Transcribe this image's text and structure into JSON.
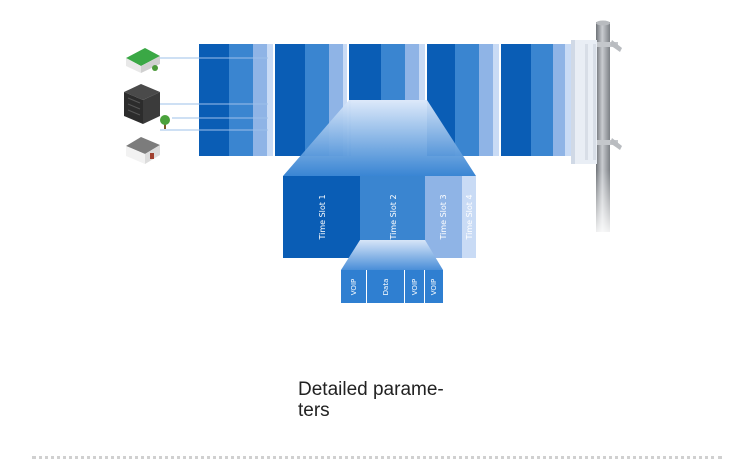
{
  "diagram": {
    "time_slots": [
      {
        "label": "Time Slot 1"
      },
      {
        "label": "Time Slot 2"
      },
      {
        "label": "Time Slot 3"
      },
      {
        "label": "Time Slot 4"
      }
    ],
    "packets": [
      {
        "label": "VOIP"
      },
      {
        "label": "Data"
      },
      {
        "label": "VOIP"
      },
      {
        "label": "VOIP"
      }
    ],
    "colors": {
      "dark_blue": "#0a5db5",
      "mid_blue": "#3a85d0",
      "light_blue": "#8fb4e6",
      "pale_blue": "#c9dbf5",
      "pole_gray": "#9a9ea3"
    }
  },
  "caption": {
    "line1": "Detailed parame-",
    "line2": "ters"
  }
}
